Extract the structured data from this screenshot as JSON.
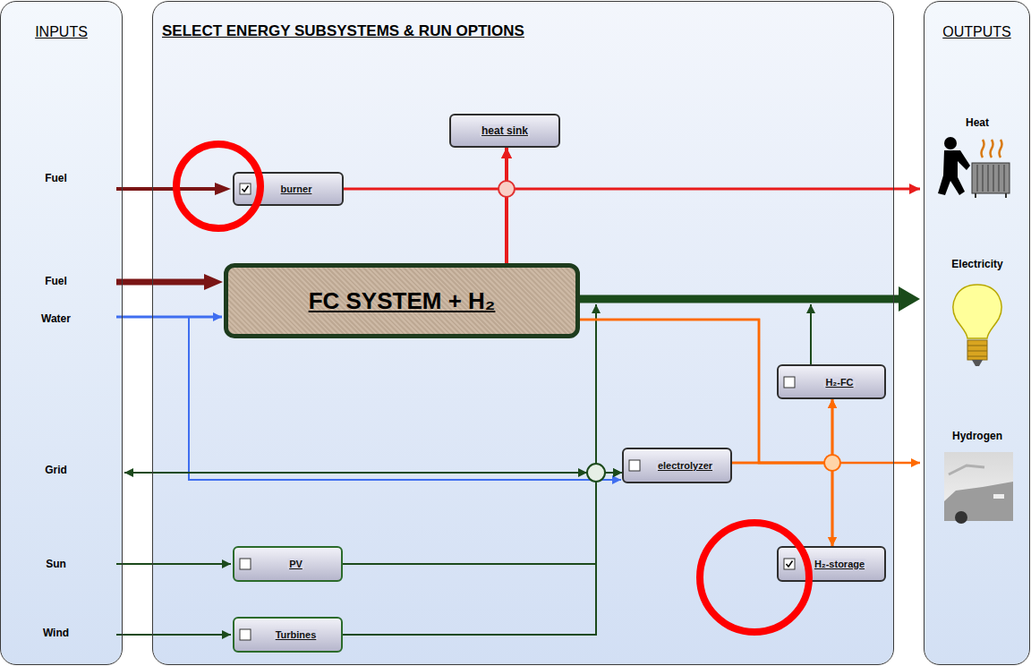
{
  "diagram": {
    "nodes": [
      {
        "text": [
          "INPUTS"
        ]
      },
      {
        "text": [
          "SELECT ENERGY SUBSYSTEMS & RUN OPTIONS"
        ]
      },
      {
        "text": [
          "heat sink"
        ],
        "in": 1
      },
      {
        "text": [
          "burner"
        ],
        "in": 1
      },
      {
        "text": [
          "FC SYSTEM + H₂"
        ],
        "in": 1
      },
      {
        "text": [
          "H₂-FC"
        ],
        "in": 1
      },
      {
        "text": [
          "electrolyzer"
        ],
        "in": 1
      },
      {
        "text": [
          "PV"
        ],
        "in": 1
      },
      {
        "text": [
          "H₂-storage"
        ],
        "in": 1
      },
      {
        "text": [
          "Turbines"
        ],
        "in": 1
      },
      {
        "text": [
          "OUTPUTS"
        ]
      }
    ],
    "edges": [
      {
        "from": 3,
        "to": 2,
        "arrow": "to"
      },
      {
        "from": 4,
        "to": 2,
        "arrow": "to"
      },
      {
        "from": 4,
        "to": 5,
        "arrow": "to"
      },
      {
        "from": 4,
        "to": 8,
        "arrow": "to"
      },
      {
        "from": 6,
        "to": 5,
        "arrow": "to"
      },
      {
        "from": 6,
        "to": 8,
        "arrow": "to"
      },
      {
        "from": 8,
        "to": 5,
        "arrow": "to"
      },
      {
        "from": 7,
        "to": 6,
        "arrow": "to"
      },
      {
        "from": 9,
        "to": 6,
        "arrow": "to"
      }
    ],
    "labels": [
      "Fuel",
      "Fuel",
      "Water",
      "Grid",
      "Sun",
      "Wind",
      "Heat",
      "Electricity",
      "Hydrogen"
    ]
  }
}
